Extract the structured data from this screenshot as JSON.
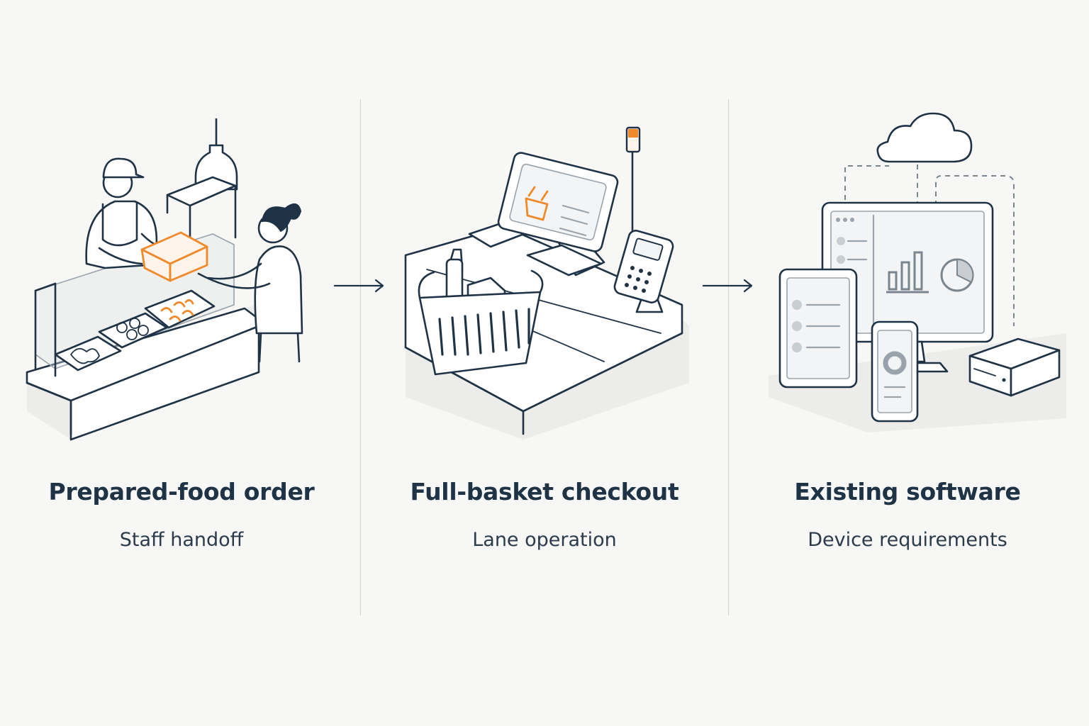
{
  "panels": [
    {
      "title": "Prepared-food order",
      "subtitle": "Staff handoff",
      "icon": "prepared-food-counter-icon"
    },
    {
      "title": "Full-basket checkout",
      "subtitle": "Lane operation",
      "icon": "self-checkout-lane-icon"
    },
    {
      "title": "Existing software",
      "subtitle": "Device requirements",
      "icon": "connected-devices-icon"
    }
  ],
  "connectors": [
    "arrow-right-icon",
    "arrow-right-icon"
  ],
  "colors": {
    "background": "#f7f7f5",
    "ink": "#1f3346",
    "accent": "#f0892a",
    "divider": "#d4d4d2"
  }
}
